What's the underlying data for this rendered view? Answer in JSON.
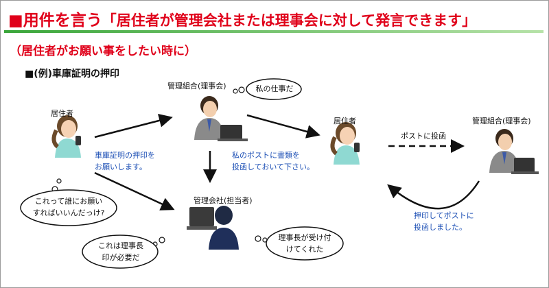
{
  "header": {
    "main": "■用件を言う",
    "sub": "「居住者が管理会社または理事会に対して発言できます」",
    "accent": "#e0001a"
  },
  "subtitle": "（居住者がお願い事をしたい時に）",
  "example": "■(例)車庫証明の押印",
  "labels": {
    "resident_left": "居住者",
    "board_top": "管理組合(理事会)",
    "resident_right": "居住者",
    "board_right": "管理組合(理事会)",
    "company": "管理会社(担当者)"
  },
  "messages": {
    "request": [
      "車庫証明の押印を",
      "お願いします。"
    ],
    "post_instruction": [
      "私のポストに書類を",
      "投函しておいて下さい。"
    ],
    "post_submit": "ポストに投函",
    "stamped": [
      "押印してポストに",
      "投函しました。"
    ]
  },
  "bubbles": {
    "my_job": "私の仕事だ",
    "who_to_ask": [
      "これって誰にお願い",
      "すればいいんだっけ?"
    ],
    "need_chairman": [
      "これは理事長",
      "印が必要だ"
    ],
    "chairman_accepted": [
      "理事長が受け付",
      "けてくれた"
    ]
  }
}
